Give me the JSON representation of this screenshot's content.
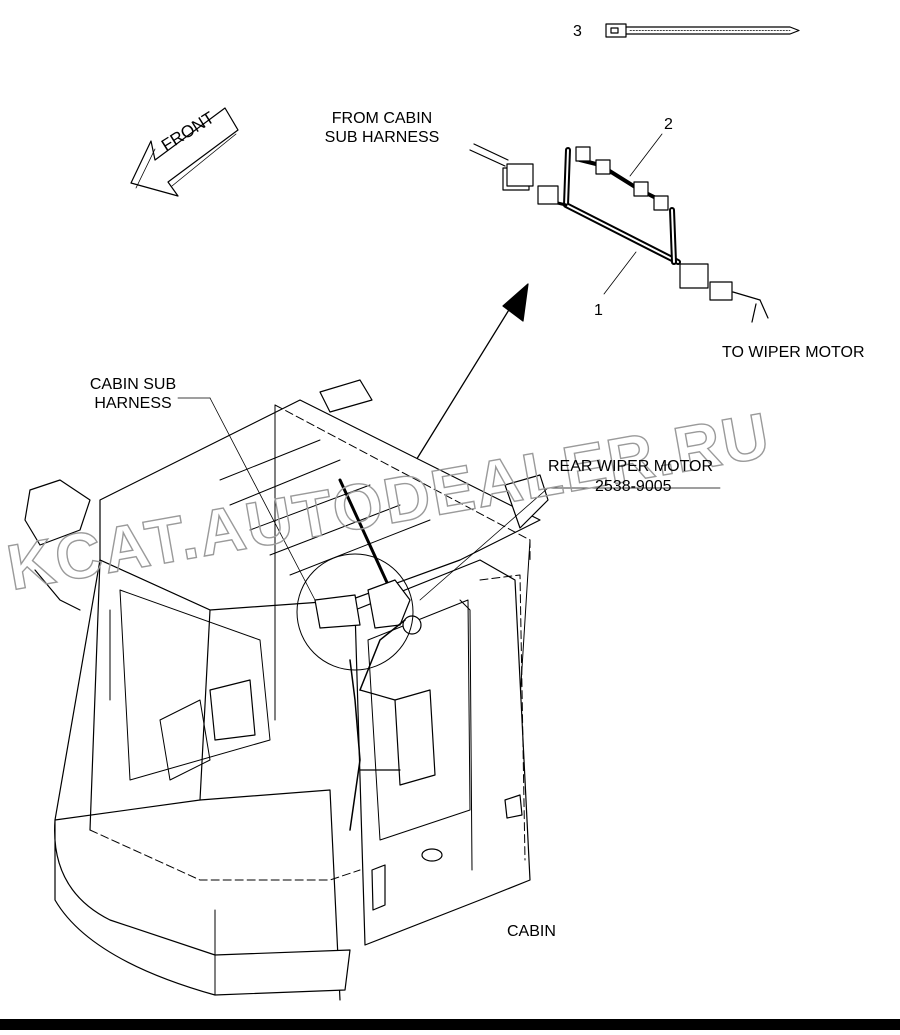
{
  "labels": {
    "item_3": "3",
    "item_2": "2",
    "item_1": "1",
    "front": "FRONT",
    "from_cabin_sub_harness": "FROM CABIN\nSUB HARNESS",
    "to_wiper_motor": "TO WIPER MOTOR",
    "cabin_sub_harness": "CABIN SUB\nHARNESS",
    "rear_wiper_motor": "REAR WIPER MOTOR",
    "part_number": "2538-9005",
    "cabin": "CABIN"
  },
  "watermark": "KCAT.AUTODEALER.RU",
  "colors": {
    "ink": "#000000",
    "paper": "#ffffff",
    "watermark": "#9a9a9a"
  }
}
